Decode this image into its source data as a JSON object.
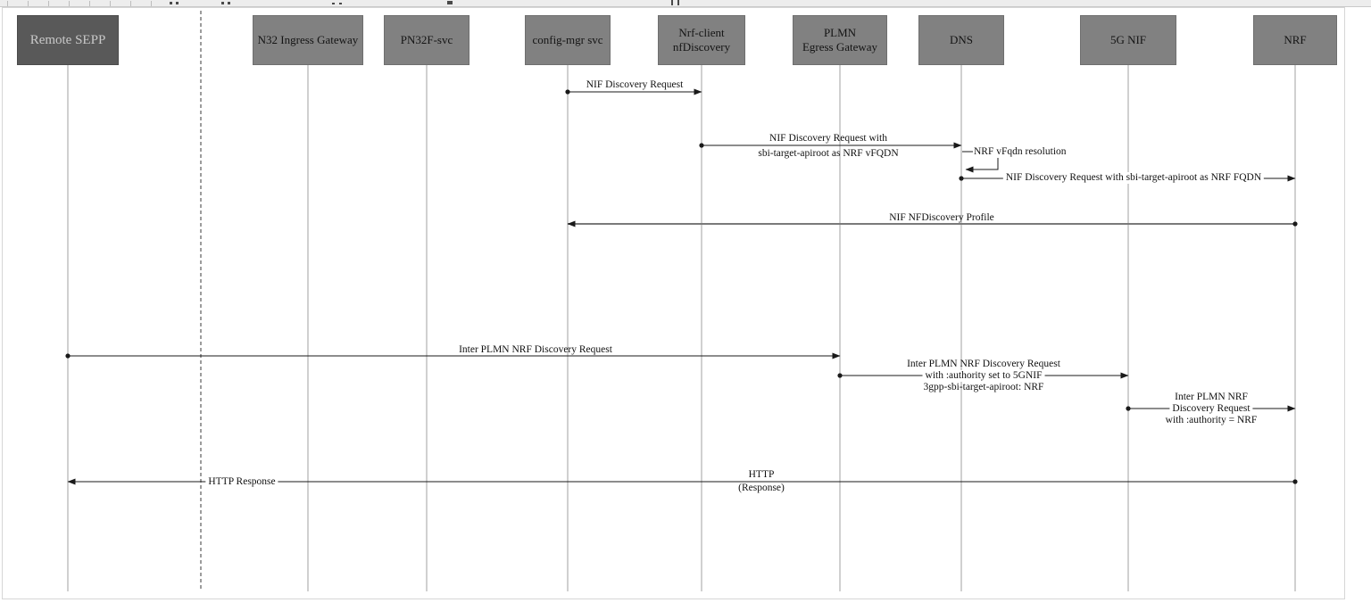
{
  "diagram_type": "sequence-diagram",
  "colors": {
    "actor_fill": "#818181",
    "actor_fill_dark": "#595959",
    "actor_text_dark_box": "#c8c8c8",
    "lifeline": "#a0a0a0",
    "arrow": "#1a1a1a",
    "profile_arrow": "#7a7a7a",
    "toolbar_bg": "#ededed"
  },
  "actors": [
    {
      "id": "remote-sepp",
      "lines": [
        "Remote SEPP"
      ]
    },
    {
      "id": "n32-ingress-gateway",
      "lines": [
        "N32 Ingress Gateway"
      ]
    },
    {
      "id": "pn32f-svc",
      "lines": [
        "PN32F-svc"
      ]
    },
    {
      "id": "config-mgr-svc",
      "lines": [
        "config-mgr svc"
      ]
    },
    {
      "id": "nrf-client-nfdiscovery",
      "lines": [
        "Nrf-client",
        "nfDiscovery"
      ]
    },
    {
      "id": "plmn-egress-gateway",
      "lines": [
        "PLMN",
        "Egress Gateway"
      ]
    },
    {
      "id": "dns",
      "lines": [
        "DNS"
      ]
    },
    {
      "id": "5g-nif",
      "lines": [
        "5G NIF"
      ]
    },
    {
      "id": "nrf",
      "lines": [
        "NRF"
      ]
    }
  ],
  "messages": [
    {
      "from": "config-mgr svc",
      "to": "Nrf-client nfDiscovery",
      "lines": [
        "NIF Discovery Request"
      ]
    },
    {
      "from": "Nrf-client nfDiscovery",
      "to": "DNS",
      "lines": [
        "NIF Discovery Request with",
        "sbi-target-apiroot as NRF vFQDN"
      ]
    },
    {
      "type": "self",
      "actor": "DNS",
      "lines": [
        "NRF vFqdn resolution"
      ]
    },
    {
      "from": "DNS",
      "to": "NRF",
      "lines": [
        "NIF Discovery Request with sbi-target-apiroot as NRF FQDN"
      ]
    },
    {
      "from": "NRF",
      "to": "config-mgr svc",
      "lines": [
        "NIF NFDiscovery Profile"
      ]
    },
    {
      "from": "Remote SEPP",
      "to": "PLMN Egress Gateway",
      "lines": [
        "Inter PLMN NRF Discovery Request"
      ]
    },
    {
      "from": "PLMN Egress Gateway",
      "to": "5G NIF",
      "lines": [
        "Inter PLMN NRF Discovery Request",
        "with :authority set to 5GNIF",
        "3gpp-sbi-target-apiroot: NRF"
      ]
    },
    {
      "from": "5G NIF",
      "to": "NRF",
      "lines": [
        "Inter PLMN NRF",
        "Discovery Request",
        "with :authority = NRF"
      ]
    },
    {
      "from": "NRF",
      "to": "Remote SEPP",
      "labels": {
        "inline": "HTTP Response",
        "top": "HTTP",
        "bottom": "(Response)"
      }
    }
  ]
}
